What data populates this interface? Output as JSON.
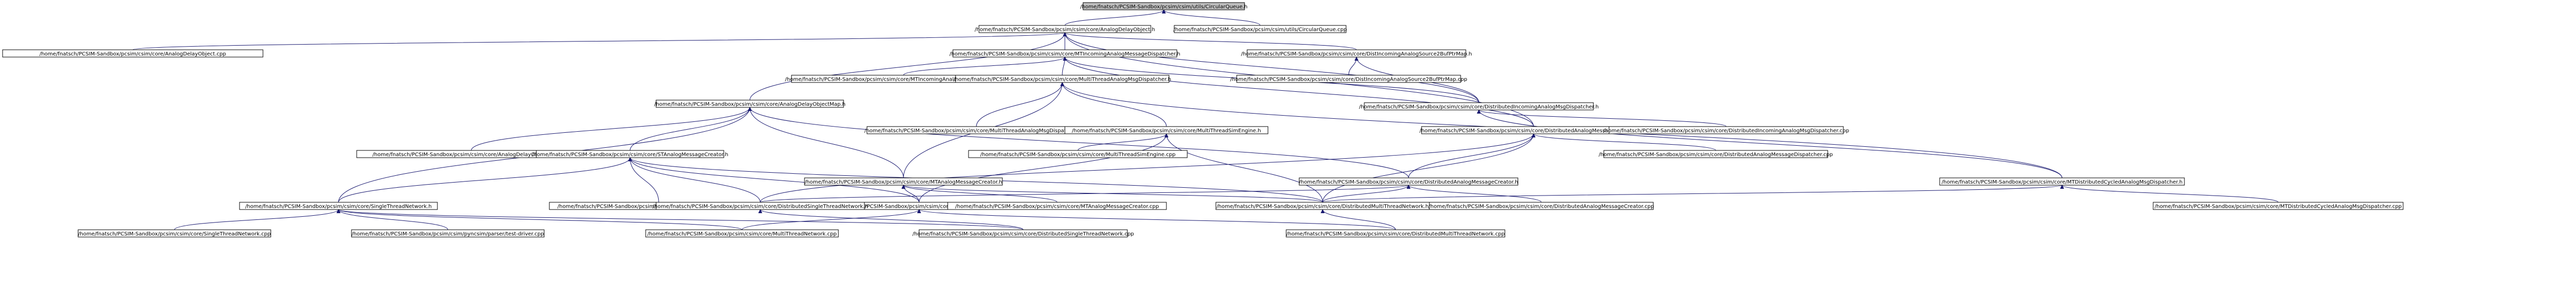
{
  "nodes": [
    {
      "id": "n0",
      "label": "/home/fnatsch/PCSIM-Sandbox/pcsim/csim/utils/CircularQueue.h",
      "root": true
    },
    {
      "id": "n1",
      "label": "/home/fnatsch/PCSIM-Sandbox/pcsim/csim/core/AnalogDelayObject.h"
    },
    {
      "id": "n2",
      "label": "/home/fnatsch/PCSIM-Sandbox/pcsim/csim/utils/CircularQueue.cpp"
    },
    {
      "id": "n3",
      "label": "/home/fnatsch/PCSIM-Sandbox/pcsim/csim/core/AnalogDelayObject.cpp"
    },
    {
      "id": "n4",
      "label": "/home/fnatsch/PCSIM-Sandbox/pcsim/csim/core/MTIncomingAnalogMessageDispatcher.h"
    },
    {
      "id": "n5",
      "label": "/home/fnatsch/PCSIM-Sandbox/pcsim/csim/core/DistIncomingAnalogSource2BufPtrMap.h"
    },
    {
      "id": "n6",
      "label": "/home/fnatsch/PCSIM-Sandbox/pcsim/csim/core/MTIncomingAnalogMessageDispatcher.cpp"
    },
    {
      "id": "n7",
      "label": "/home/fnatsch/PCSIM-Sandbox/pcsim/csim/core/MultiThreadAnalogMsgDispatcher.h"
    },
    {
      "id": "n8",
      "label": "/home/fnatsch/PCSIM-Sandbox/pcsim/csim/core/DistIncomingAnalogSource2BufPtrMap.cpp"
    },
    {
      "id": "n9",
      "label": "/home/fnatsch/PCSIM-Sandbox/pcsim/csim/core/DistributedIncomingAnalogMsgDispatcher.h"
    },
    {
      "id": "n10",
      "label": "/home/fnatsch/PCSIM-Sandbox/pcsim/csim/core/AnalogDelayObjectMap.h"
    },
    {
      "id": "n11",
      "label": "/home/fnatsch/PCSIM-Sandbox/pcsim/csim/core/MultiThreadAnalogMsgDispatcher.cpp"
    },
    {
      "id": "n12",
      "label": "/home/fnatsch/PCSIM-Sandbox/pcsim/csim/core/MultiThreadSimEngine.h"
    },
    {
      "id": "n13",
      "label": "/home/fnatsch/PCSIM-Sandbox/pcsim/csim/core/DistributedAnalogMessageDispatcher.h"
    },
    {
      "id": "n14",
      "label": "/home/fnatsch/PCSIM-Sandbox/pcsim/csim/core/DistributedIncomingAnalogMsgDispatcher.cpp"
    },
    {
      "id": "n15",
      "label": "/home/fnatsch/PCSIM-Sandbox/pcsim/csim/core/AnalogDelayObjectMap.cpp"
    },
    {
      "id": "n16",
      "label": "/home/fnatsch/PCSIM-Sandbox/pcsim/csim/core/STAnalogMessageCreator.h"
    },
    {
      "id": "n17",
      "label": "/home/fnatsch/PCSIM-Sandbox/pcsim/csim/core/MTAnalogMessageCreator.h"
    },
    {
      "id": "n18",
      "label": "/home/fnatsch/PCSIM-Sandbox/pcsim/csim/core/MultiThreadSimEngine.cpp"
    },
    {
      "id": "n19",
      "label": "/home/fnatsch/PCSIM-Sandbox/pcsim/csim/core/DistributedAnalogMessageDispatcher.cpp"
    },
    {
      "id": "n20",
      "label": "/home/fnatsch/PCSIM-Sandbox/pcsim/csim/core/DistributedAnalogMessageCreator.h"
    },
    {
      "id": "n21",
      "label": "/home/fnatsch/PCSIM-Sandbox/pcsim/csim/core/MTDistributedCycledAnalogMsgDispatcher.h"
    },
    {
      "id": "n22",
      "label": "/home/fnatsch/PCSIM-Sandbox/pcsim/csim/core/SingleThreadNetwork.h"
    },
    {
      "id": "n23",
      "label": "/home/fnatsch/PCSIM-Sandbox/pcsim/csim/core/STAnalogMessageCreator.cpp"
    },
    {
      "id": "n24",
      "label": "/home/fnatsch/PCSIM-Sandbox/pcsim/csim/core/MultiThreadNetwork.h"
    },
    {
      "id": "n25",
      "label": "/home/fnatsch/PCSIM-Sandbox/pcsim/csim/core/DistributedSingleThreadNetwork.h"
    },
    {
      "id": "n26",
      "label": "/home/fnatsch/PCSIM-Sandbox/pcsim/csim/core/MTAnalogMessageCreator.cpp"
    },
    {
      "id": "n27",
      "label": "/home/fnatsch/PCSIM-Sandbox/pcsim/csim/core/DistributedMultiThreadNetwork.h"
    },
    {
      "id": "n28",
      "label": "/home/fnatsch/PCSIM-Sandbox/pcsim/csim/core/DistributedAnalogMessageCreator.cpp"
    },
    {
      "id": "n29",
      "label": "/home/fnatsch/PCSIM-Sandbox/pcsim/csim/core/MTDistributedCycledAnalogMsgDispatcher.cpp"
    },
    {
      "id": "n30",
      "label": "/home/fnatsch/PCSIM-Sandbox/pcsim/csim/core/SingleThreadNetwork.cpp"
    },
    {
      "id": "n31",
      "label": "/home/fnatsch/PCSIM-Sandbox/pcsim/csim/pyncsim/parser/test-driver.cpp"
    },
    {
      "id": "n32",
      "label": "/home/fnatsch/PCSIM-Sandbox/pcsim/csim/core/MultiThreadNetwork.cpp"
    },
    {
      "id": "n33",
      "label": "/home/fnatsch/PCSIM-Sandbox/pcsim/csim/core/DistributedSingleThreadNetwork.cpp"
    },
    {
      "id": "n34",
      "label": "/home/fnatsch/PCSIM-Sandbox/pcsim/csim/core/DistributedMultiThreadNetwork.cpp"
    }
  ],
  "edges": [
    [
      "n0",
      "n1"
    ],
    [
      "n0",
      "n2"
    ],
    [
      "n1",
      "n3"
    ],
    [
      "n1",
      "n4"
    ],
    [
      "n1",
      "n5"
    ],
    [
      "n1",
      "n10"
    ],
    [
      "n1",
      "n9"
    ],
    [
      "n1",
      "n13"
    ],
    [
      "n4",
      "n6"
    ],
    [
      "n4",
      "n7"
    ],
    [
      "n4",
      "n9"
    ],
    [
      "n4",
      "n13"
    ],
    [
      "n5",
      "n8"
    ],
    [
      "n5",
      "n9"
    ],
    [
      "n7",
      "n11"
    ],
    [
      "n7",
      "n12"
    ],
    [
      "n7",
      "n17"
    ],
    [
      "n7",
      "n21"
    ],
    [
      "n9",
      "n14"
    ],
    [
      "n9",
      "n21"
    ],
    [
      "n10",
      "n15"
    ],
    [
      "n10",
      "n16"
    ],
    [
      "n10",
      "n17"
    ],
    [
      "n10",
      "n20"
    ],
    [
      "n10",
      "n22"
    ],
    [
      "n12",
      "n18"
    ],
    [
      "n12",
      "n24"
    ],
    [
      "n12",
      "n27"
    ],
    [
      "n13",
      "n19"
    ],
    [
      "n13",
      "n20"
    ],
    [
      "n13",
      "n25"
    ],
    [
      "n13",
      "n27"
    ],
    [
      "n16",
      "n23"
    ],
    [
      "n16",
      "n22"
    ],
    [
      "n16",
      "n24"
    ],
    [
      "n16",
      "n25"
    ],
    [
      "n16",
      "n27"
    ],
    [
      "n17",
      "n26"
    ],
    [
      "n17",
      "n24"
    ],
    [
      "n17",
      "n27"
    ],
    [
      "n20",
      "n28"
    ],
    [
      "n20",
      "n25"
    ],
    [
      "n20",
      "n27"
    ],
    [
      "n21",
      "n29"
    ],
    [
      "n21",
      "n27"
    ],
    [
      "n22",
      "n30"
    ],
    [
      "n22",
      "n31"
    ],
    [
      "n22",
      "n32"
    ],
    [
      "n22",
      "n33"
    ],
    [
      "n24",
      "n32"
    ],
    [
      "n24",
      "n34"
    ],
    [
      "n25",
      "n33"
    ],
    [
      "n27",
      "n34"
    ]
  ]
}
